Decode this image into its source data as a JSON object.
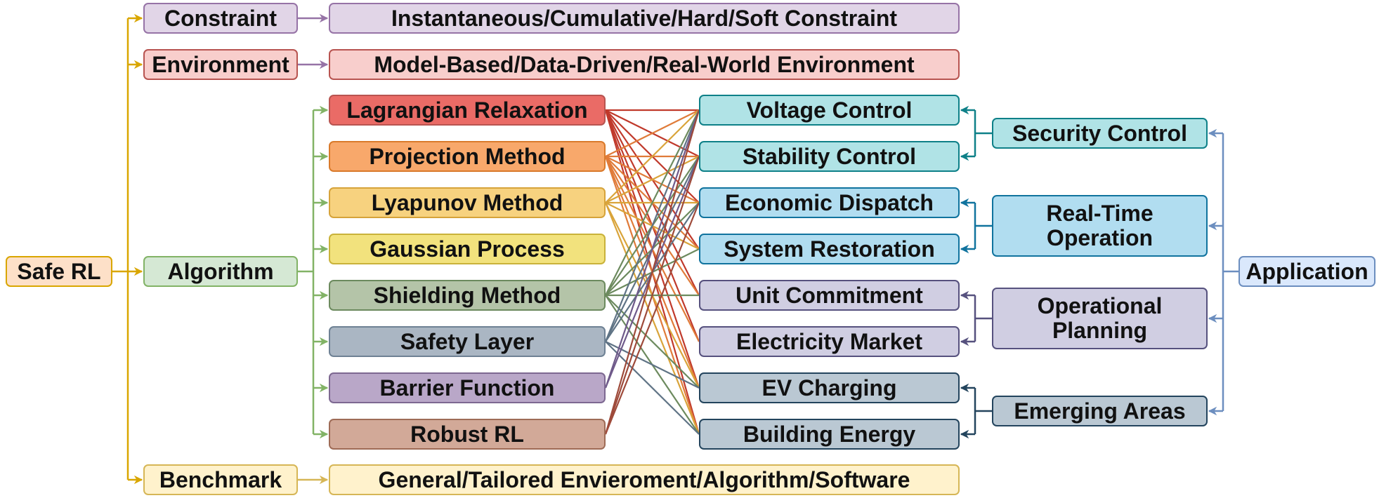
{
  "root": {
    "label": "Safe RL",
    "fill": "#fde0c8",
    "stroke": "#d9a600"
  },
  "categories": [
    {
      "key": "constraint",
      "label": "Constraint",
      "fill": "#e1d5e7",
      "stroke": "#9673a6",
      "arrow": "#d9a600"
    },
    {
      "key": "environment",
      "label": "Environment",
      "fill": "#f8cecc",
      "stroke": "#b85450",
      "arrow": "#d9a600"
    },
    {
      "key": "algorithm",
      "label": "Algorithm",
      "fill": "#d5e8d4",
      "stroke": "#82b366",
      "arrow": "#d9a600"
    },
    {
      "key": "benchmark",
      "label": "Benchmark",
      "fill": "#fff2cc",
      "stroke": "#d6b656",
      "arrow": "#d9a600"
    }
  ],
  "details": [
    {
      "key": "constraint",
      "label": "Instantaneous/Cumulative/Hard/Soft Constraint",
      "fill": "#e1d5e7",
      "stroke": "#9673a6",
      "arrow": "#9673a6"
    },
    {
      "key": "environment",
      "label": "Model-Based/Data-Driven/Real-World Environment",
      "fill": "#f8cecc",
      "stroke": "#b85450",
      "arrow": "#9673a6"
    },
    {
      "key": "benchmark",
      "label": "General/Tailored Envieroment/Algorithm/Software",
      "fill": "#fff2cc",
      "stroke": "#d6b656",
      "arrow": "#d6b656"
    }
  ],
  "algorithms": [
    {
      "label": "Lagrangian Relaxation",
      "fill": "#ea6b66",
      "stroke": "#b85450",
      "edge": "#c0392b"
    },
    {
      "label": "Projection Method",
      "fill": "#f8a86b",
      "stroke": "#d97a2b",
      "edge": "#e07b39"
    },
    {
      "label": "Lyapunov Method",
      "fill": "#f7d27f",
      "stroke": "#d6a33a",
      "edge": "#d9a43a"
    },
    {
      "label": "Gaussian Process",
      "fill": "#f2e27d",
      "stroke": "#c9b23a",
      "edge": "#c9b23a"
    },
    {
      "label": "Shielding Method",
      "fill": "#b4c4a8",
      "stroke": "#6c8a5e",
      "edge": "#6c8a5e"
    },
    {
      "label": "Safety Layer",
      "fill": "#aab6c3",
      "stroke": "#6e8194",
      "edge": "#5f7385"
    },
    {
      "label": "Barrier Function",
      "fill": "#b9a7c8",
      "stroke": "#7d6891",
      "edge": "#6f5a8a"
    },
    {
      "label": "Robust RL",
      "fill": "#d2a998",
      "stroke": "#9e6b56",
      "edge": "#9e4a3a"
    }
  ],
  "applications": [
    {
      "label": "Voltage Control",
      "fill": "#b0e3e6",
      "stroke": "#0e8088"
    },
    {
      "label": "Stability Control",
      "fill": "#b0e3e6",
      "stroke": "#0e8088"
    },
    {
      "label": "Economic Dispatch",
      "fill": "#b1ddf0",
      "stroke": "#10739e"
    },
    {
      "label": "System Restoration",
      "fill": "#b1ddf0",
      "stroke": "#10739e"
    },
    {
      "label": "Unit Commitment",
      "fill": "#d0cee2",
      "stroke": "#56517e"
    },
    {
      "label": "Electricity Market",
      "fill": "#d0cee2",
      "stroke": "#56517e"
    },
    {
      "label": "EV Charging",
      "fill": "#bac8d3",
      "stroke": "#23445d"
    },
    {
      "label": "Building Energy",
      "fill": "#bac8d3",
      "stroke": "#23445d"
    }
  ],
  "groups": [
    {
      "lines": [
        "Security Control"
      ],
      "fill": "#b0e3e6",
      "stroke": "#0e8088",
      "children": [
        0,
        1
      ]
    },
    {
      "lines": [
        "Real-Time",
        "Operation"
      ],
      "fill": "#b1ddf0",
      "stroke": "#10739e",
      "children": [
        2,
        3
      ]
    },
    {
      "lines": [
        "Operational",
        "Planning"
      ],
      "fill": "#d0cee2",
      "stroke": "#56517e",
      "children": [
        4,
        5
      ]
    },
    {
      "lines": [
        "Emerging Areas"
      ],
      "fill": "#bac8d3",
      "stroke": "#23445d",
      "children": [
        6,
        7
      ]
    }
  ],
  "application_root": {
    "label": "Application",
    "fill": "#dae8fc",
    "stroke": "#6c8ebf"
  },
  "algorithm_arrow_color": "#82b366",
  "links": [
    [
      0,
      0
    ],
    [
      0,
      1
    ],
    [
      0,
      2
    ],
    [
      0,
      3
    ],
    [
      0,
      4
    ],
    [
      0,
      5
    ],
    [
      0,
      6
    ],
    [
      0,
      7
    ],
    [
      1,
      0
    ],
    [
      1,
      1
    ],
    [
      1,
      2
    ],
    [
      1,
      3
    ],
    [
      1,
      4
    ],
    [
      1,
      5
    ],
    [
      1,
      6
    ],
    [
      1,
      7
    ],
    [
      2,
      0
    ],
    [
      2,
      1
    ],
    [
      2,
      2
    ],
    [
      2,
      3
    ],
    [
      2,
      6
    ],
    [
      2,
      7
    ],
    [
      4,
      0
    ],
    [
      4,
      1
    ],
    [
      4,
      2
    ],
    [
      4,
      3
    ],
    [
      4,
      4
    ],
    [
      4,
      6
    ],
    [
      4,
      7
    ],
    [
      5,
      0
    ],
    [
      5,
      1
    ],
    [
      5,
      2
    ],
    [
      5,
      6
    ],
    [
      5,
      7
    ],
    [
      6,
      0
    ],
    [
      6,
      1
    ],
    [
      7,
      0
    ],
    [
      7,
      1
    ],
    [
      7,
      2
    ]
  ]
}
